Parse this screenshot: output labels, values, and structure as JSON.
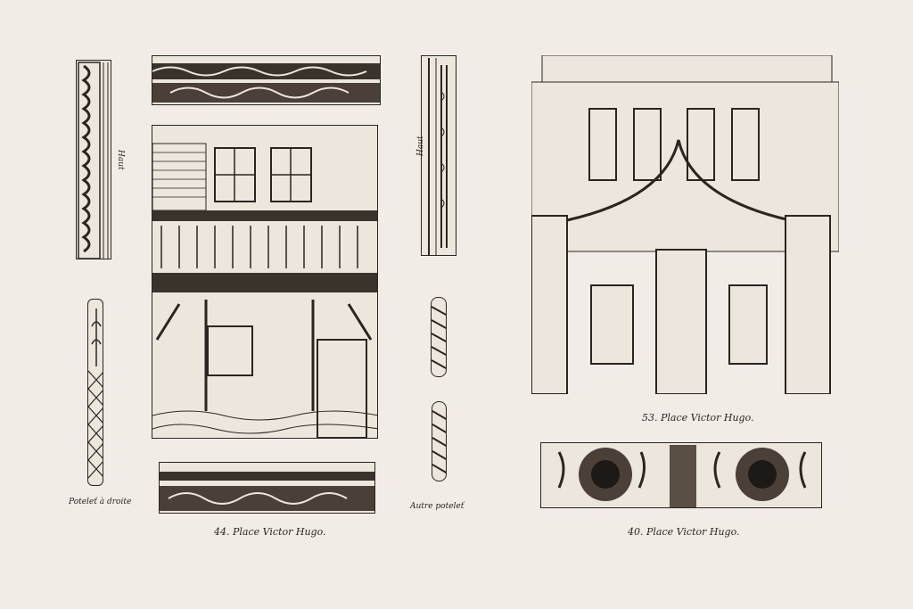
{
  "captions": {
    "haut_left": "Haut",
    "haut_right": "Haut",
    "poteau_droite": "Poteleť à droite",
    "autre_poteau": "Autre poteleť",
    "house_44": "44. Place Victor Hugo.",
    "house_53": "53. Place Victor Hugo.",
    "house_40": "40. Place Victor Hugo."
  },
  "colors": {
    "ink": "#2a2520",
    "paper": "#f1ede6",
    "plate": "#ece6dc"
  }
}
